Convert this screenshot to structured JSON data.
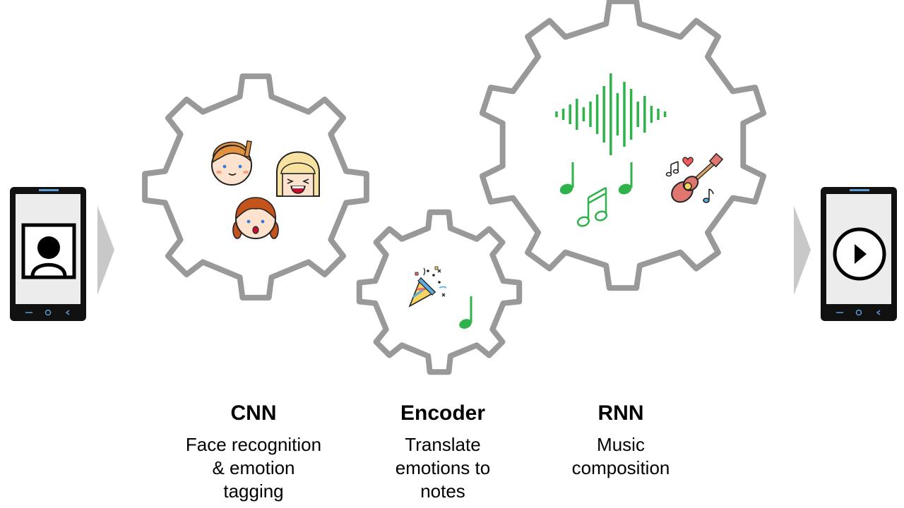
{
  "colors": {
    "gear": "#999999",
    "phone_body": "#111111",
    "phone_screen": "#ececec",
    "phone_accent": "#5b9bd5",
    "arrow": "#c8c8c8",
    "note_green": "#2db34a",
    "waveform_green": "#2db34a",
    "text": "#000000"
  },
  "devices": {
    "input_phone": {
      "icon": "person-portrait-icon"
    },
    "output_phone": {
      "icon": "play-icon"
    }
  },
  "stages": [
    {
      "id": "cnn",
      "title": "CNN",
      "description_lines": [
        "Face recognition",
        "& emotion",
        "tagging"
      ],
      "icons": [
        "boy-face-icon",
        "blonde-girl-laughing-icon",
        "redhead-girl-surprised-icon"
      ]
    },
    {
      "id": "encoder",
      "title": "Encoder",
      "description_lines": [
        "Translate",
        "emotions to",
        "notes"
      ],
      "icons": [
        "party-popper-icon",
        "quarter-note-icon"
      ]
    },
    {
      "id": "rnn",
      "title": "RNN",
      "description_lines": [
        "Music",
        "composition"
      ],
      "icons": [
        "sound-wave-icon",
        "quarter-note-icon",
        "quarter-note-icon",
        "beamed-notes-icon",
        "guitar-icon"
      ]
    }
  ]
}
